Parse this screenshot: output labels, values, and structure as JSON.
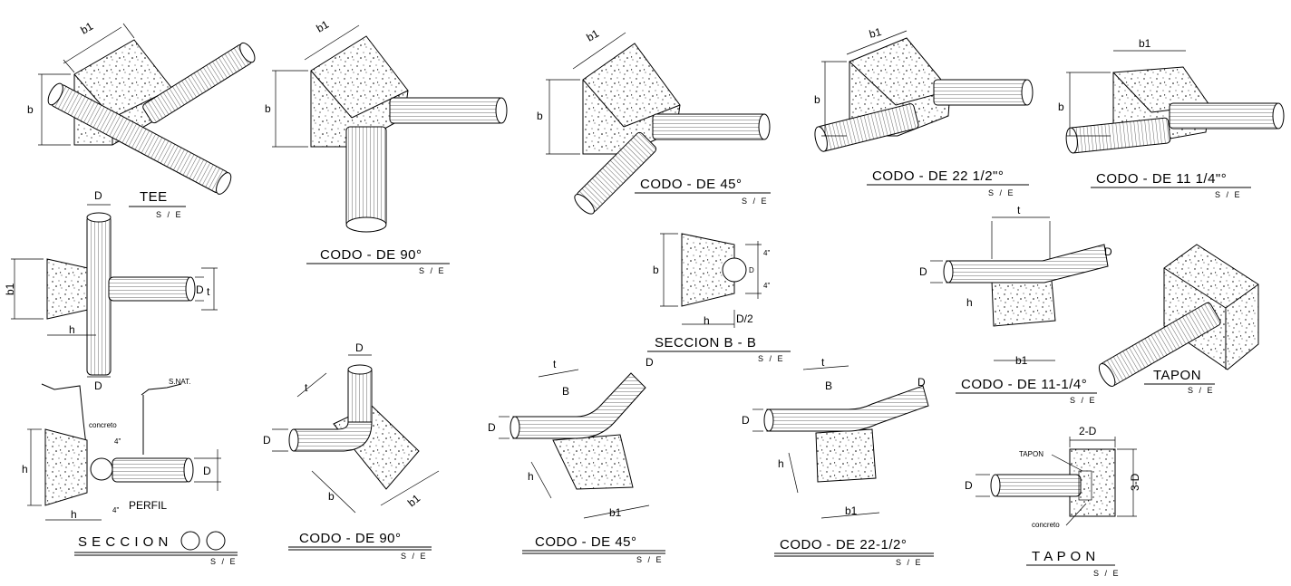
{
  "details": [
    {
      "id": "tee",
      "title": "TEE",
      "scale": "S / E"
    },
    {
      "id": "codo-90-top",
      "title": "CODO - DE 90°",
      "scale": "S / E"
    },
    {
      "id": "codo-45-top",
      "title": "CODO - DE 45°",
      "scale": "S / E"
    },
    {
      "id": "codo-22-top",
      "title": "CODO - DE 22 1/2\"°",
      "scale": "S / E"
    },
    {
      "id": "codo-11-top",
      "title": "CODO - DE 11 1/4\"°",
      "scale": "S / E"
    },
    {
      "id": "seccion-bb",
      "title": "SECCION  B - B",
      "scale": "S / E"
    },
    {
      "id": "codo-11-mid",
      "title": "CODO - DE 11-1/4°",
      "scale": "S / E"
    },
    {
      "id": "tapon-iso",
      "title": "TAPON",
      "scale": "S / E"
    },
    {
      "id": "seccion",
      "title": "S E C C I O N",
      "scale": "S / E"
    },
    {
      "id": "codo-90-bot",
      "title": "CODO - DE 90°",
      "scale": "S / E"
    },
    {
      "id": "codo-45-bot",
      "title": "CODO - DE 45°",
      "scale": "S / E"
    },
    {
      "id": "codo-22-bot",
      "title": "CODO - DE 22-1/2°",
      "scale": "S / E"
    },
    {
      "id": "tapon",
      "title": "T A P O N",
      "scale": "S / E"
    }
  ],
  "dimensions": {
    "b1": "b1",
    "b": "b",
    "D": "D",
    "t": "t",
    "h": "h",
    "four": "4\"",
    "d_half": "D/2",
    "B": "B",
    "two_d": "2-D",
    "three_d": "3-D"
  },
  "annotations": {
    "perfil": "PERFIL",
    "snat": "S.NAT.",
    "concreto": "concreto",
    "tapon_tag": "TAPON"
  }
}
